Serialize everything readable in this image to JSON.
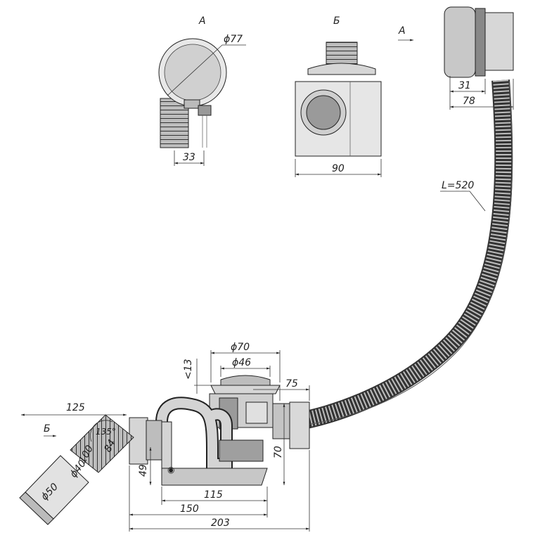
{
  "views": {
    "view_a": {
      "title": "A",
      "diameter": "ϕ77",
      "width": "33"
    },
    "view_b": {
      "title": "Б",
      "width": "90"
    },
    "arrow_a": "A",
    "arrow_b": "Б"
  },
  "overflow": {
    "depth": "31",
    "width": "78"
  },
  "hose": {
    "length": "L=520"
  },
  "drain": {
    "outer_diameter": "ϕ70",
    "inner_diameter": "ϕ46",
    "top_offset": "<13",
    "outlet_offset": "75",
    "outlet_height": "70"
  },
  "outlet": {
    "length": "125",
    "angle": "135°",
    "dim_84": "84",
    "dim_100": "100",
    "dim_phi40": "ϕ40",
    "dim_phi50": "ϕ50",
    "dim_49": "49"
  },
  "base_dims": {
    "d115": "115",
    "d150": "150",
    "d203": "203"
  },
  "colors": {
    "line": "#222222",
    "fill_light": "#d9d9d9",
    "fill_mid": "#a6a6a6",
    "fill_dark": "#6b6b6b"
  }
}
